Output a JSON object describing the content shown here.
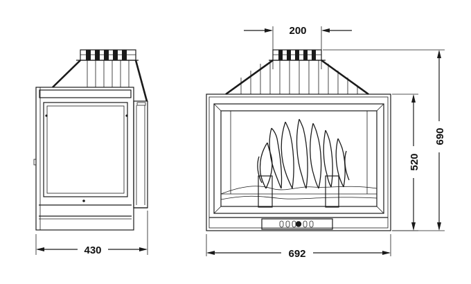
{
  "diagram": {
    "dimensions": {
      "side_width": "430",
      "front_width": "692",
      "total_height": "690",
      "body_height": "520",
      "flue_diameter": "200"
    }
  }
}
